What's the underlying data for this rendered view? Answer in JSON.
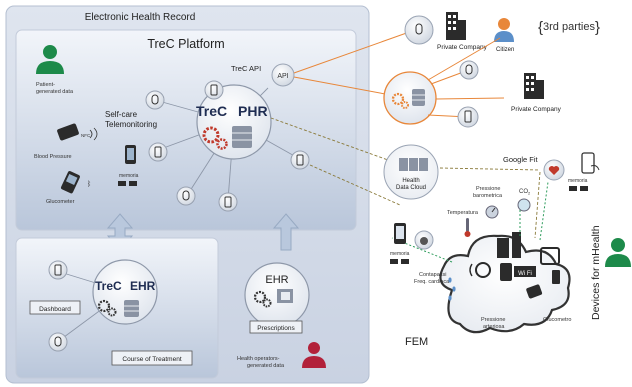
{
  "ehr_panel": {
    "title": "Electronic Health Record"
  },
  "platform": {
    "title": "TreC Platform",
    "api_label": "TreC API",
    "api_badge": "API",
    "patient_label_1": "Patient-",
    "patient_label_2": "generated data",
    "self_care_1": "Self-care",
    "self_care_2": "Telemonitoring",
    "phr_prefix": "TreC",
    "phr_strong": "PHR",
    "blood_pressure": "Blood Pressure",
    "nfc": "NFC",
    "glucometer": "Glucometer",
    "memoria": "memoria"
  },
  "ehr_sub": {
    "prefix": "TreC",
    "strong": "EHR",
    "dashboard": "Dashboard",
    "course": "Course of Treatment"
  },
  "ehr_node": {
    "title": "EHR",
    "prescriptions": "Prescriptions",
    "operators_1": "Health operators-",
    "operators_2": "generated data"
  },
  "third_parties": {
    "private_company_1": "Private Company",
    "citizen": "Citizen",
    "label": "3rd parties",
    "private_company_2": "Private Company"
  },
  "cloud": {
    "health_1": "Health",
    "health_2": "Data Cloud",
    "google_fit": "Google Fit",
    "memoria": "memoria"
  },
  "fem": {
    "pressione_barometrica_1": "Pressione",
    "pressione_barometrica_2": "barometrica",
    "co2": "CO",
    "co2_sub": "2",
    "temperatura": "Temperatura",
    "memoria": "memoria",
    "contapassi": "Contapassi",
    "freq": "Freq. cardiaca",
    "pressione_arteriosa_1": "Pressione",
    "pressione_arteriosa_2": "arteriosa",
    "glucometro": "Glucometro",
    "wifi": "Wi Fi",
    "label": "FEM",
    "devices": "Devices for mHealth"
  },
  "colors": {
    "panel": "#d3dbe8",
    "panel_light": "#e9eef6",
    "accent_orange": "#e8873a",
    "icon_red": "#c0392b",
    "person_green": "#1d8a4a",
    "operator_red": "#b2213a"
  }
}
